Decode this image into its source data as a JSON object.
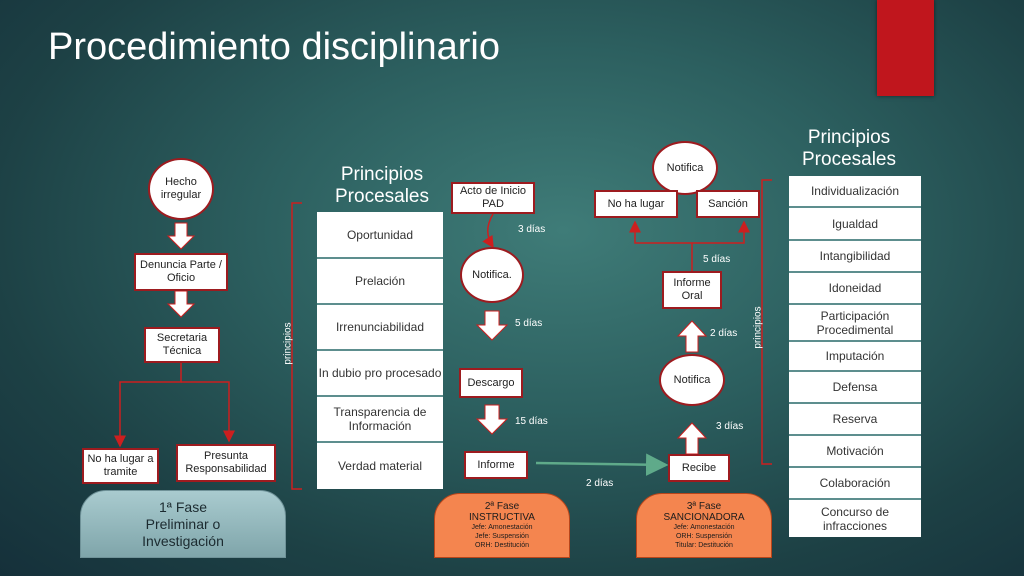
{
  "title": "Procedimiento disciplinario",
  "colors": {
    "accent": "#c0161d",
    "box_border": "#9d1b1f",
    "arrow_red": "#cc1f1f",
    "arrow_green": "#5faa8a",
    "phase1": "#8fb6ba",
    "phase_orange": "#f4854f"
  },
  "phase1_flow": {
    "hecho": "Hecho irregular",
    "denuncia": "Denuncia Parte / Oficio",
    "secretaria": "Secretaria Técnica",
    "no_ha_lugar": "No ha lugar a tramite",
    "presunta": "Presunta Responsabilidad"
  },
  "principios_left": {
    "header": "Principios Procesales",
    "side_label": "principios",
    "items": [
      "Oportunidad",
      "Prelación",
      "Irrenunciabilidad",
      "In dubio pro procesado",
      "Transparencia de Información",
      "Verdad material"
    ]
  },
  "phase2_flow": {
    "acto": "Acto de Inicio PAD",
    "notifica": "Notifica.",
    "descargo": "Descargo",
    "informe": "Informe",
    "dias_1": "3 días",
    "dias_2": "5 días",
    "dias_3": "15 días",
    "dias_4": "2 días"
  },
  "phase3_flow": {
    "notifica_top": "Notifica",
    "no_ha_lugar": "No ha lugar",
    "sancion": "Sanción",
    "informe_oral": "Informe Oral",
    "notifica_mid": "Notifica",
    "recibe": "Recibe",
    "dias_1": "5 días",
    "dias_2": "2 días",
    "dias_3": "3 días"
  },
  "principios_right": {
    "header": "Principios Procesales",
    "side_label": "principios",
    "items": [
      "Individualización",
      "Igualdad",
      "Intangibilidad",
      "Idoneidad",
      "Participación Procedimental",
      "Imputación",
      "Defensa",
      "Reserva",
      "Motivación",
      "Colaboración",
      "Concurso de infracciones"
    ]
  },
  "phases": {
    "p1": {
      "line1": "1ª Fase",
      "line2": "Preliminar o",
      "line3": "Investigación"
    },
    "p2": {
      "line1": "2ª Fase",
      "line2": "INSTRUCTIVA",
      "d1": "Jefe: Amonestación",
      "d2": "Jefe: Suspensión",
      "d3": "ORH: Destitución"
    },
    "p3": {
      "line1": "3ª Fase",
      "line2": "SANCIONADORA",
      "d1": "Jefe: Amonestación",
      "d2": "ORH: Suspensión",
      "d3": "Titular: Destitución"
    }
  }
}
